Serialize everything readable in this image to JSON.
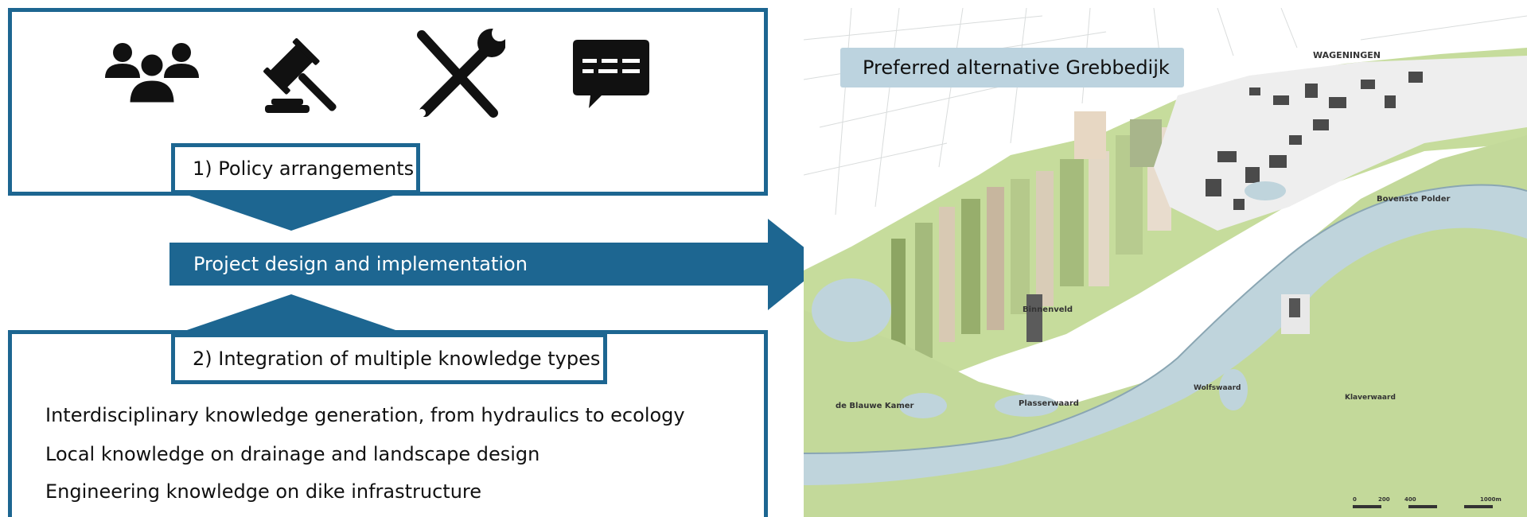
{
  "policy_label": "1) Policy arrangements",
  "center_band": "Project design and implementation",
  "knowledge_label": "2) Integration of multiple knowledge types",
  "bullets": [
    "Interdisciplinary knowledge generation, from hydraulics to ecology",
    "Local knowledge on drainage and landscape design",
    "Engineering knowledge on dike infrastructure"
  ],
  "icons": [
    "people-group-icon",
    "gavel-icon",
    "tools-icon",
    "speech-bubble-icon"
  ],
  "colors": {
    "accent": "#1d6691",
    "map_title_bg": "#bcd3df",
    "river": "#bfd4dc",
    "floodplain": "#c3d99a"
  },
  "map": {
    "title": "Preferred alternative Grebbedijk",
    "places": {
      "wageningen": "WAGENINGEN",
      "bovenste_polder": "Bovenste Polder",
      "binnenveld": "Binnenveld",
      "blauwe_kamer": "de Blauwe Kamer",
      "plasserwaard": "Plasserwaard",
      "wolfswaard": "Wolfswaard",
      "klaverwaard": "Klaverwaard"
    },
    "scale_labels": [
      "0",
      "200",
      "400",
      "1000m"
    ]
  }
}
